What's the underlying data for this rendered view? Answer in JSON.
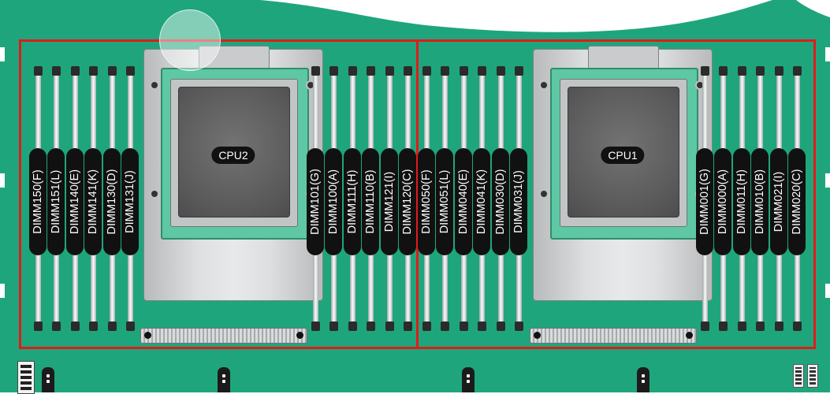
{
  "board": {
    "colors": {
      "pcb": "#1fa57c",
      "cutout": "#ffffff",
      "region_border": "#e01b1b",
      "label_bg": "#111111",
      "label_text": "#ffffff"
    },
    "cpus": [
      {
        "label": "CPU2"
      },
      {
        "label": "CPU1"
      }
    ],
    "dimm_groups": [
      {
        "slots": [
          "DIMM150(F)",
          "DIMM151(L)",
          "DIMM140(E)",
          "DIMM141(K)",
          "DIMM130(D)",
          "DIMM131(J)"
        ]
      },
      {
        "slots": [
          "DIMM101(G)",
          "DIMM100(A)",
          "DIMM111(H)",
          "DIMM110(B)",
          "DIMM121(I)",
          "DIMM120(C)"
        ]
      },
      {
        "slots": [
          "DIMM050(F)",
          "DIMM051(L)",
          "DIMM040(E)",
          "DIMM041(K)",
          "DIMM030(D)",
          "DIMM031(J)"
        ]
      },
      {
        "slots": [
          "DIMM001(G)",
          "DIMM000(A)",
          "DIMM011(H)",
          "DIMM010(B)",
          "DIMM021(I)",
          "DIMM020(C)"
        ]
      }
    ],
    "icons": {
      "highlight": "highlight-circle-icon",
      "fan_header": "fan-header-icon",
      "power_connector": "power-connector-icon",
      "hole": "mounting-hole-icon"
    }
  }
}
